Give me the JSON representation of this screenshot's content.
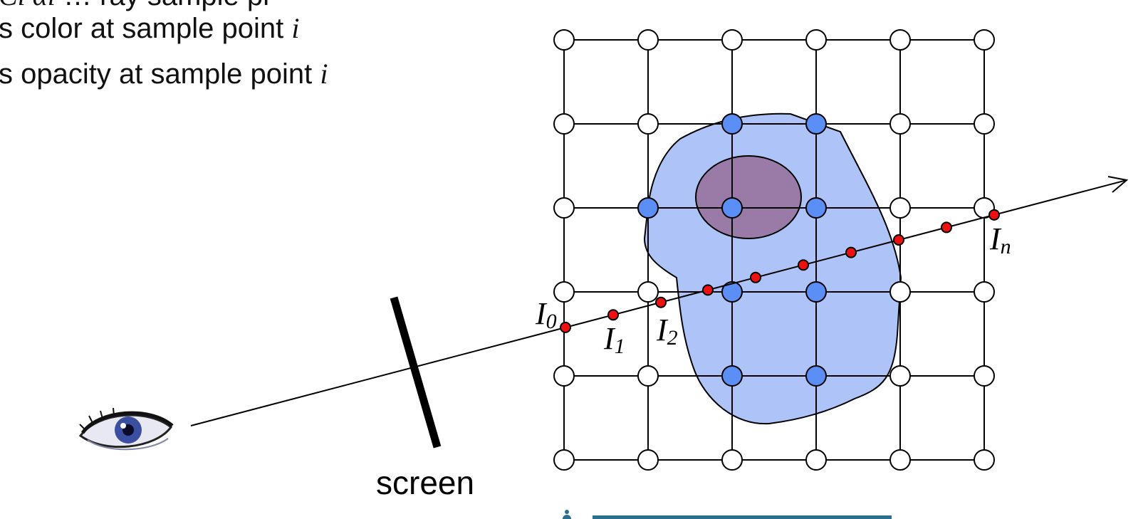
{
  "legend": {
    "top_line_sym": "Ci αi",
    "top_line_text": "… ray sample pr",
    "color_prefix": "s color at sample point",
    "color_var": "i",
    "opacity_prefix": "s opacity at sample point",
    "opacity_var": "i"
  },
  "labels": {
    "screen": "screen",
    "I0_main": "I",
    "I0_sub": "0",
    "I1_main": "I",
    "I1_sub": "1",
    "I2_main": "I",
    "I2_sub": "2",
    "In_main": "I",
    "In_sub": "n"
  },
  "grid": {
    "cols": 6,
    "rows": 6,
    "blue_nodes": [
      [
        2,
        1
      ],
      [
        3,
        1
      ],
      [
        1,
        2
      ],
      [
        2,
        2
      ],
      [
        3,
        2
      ],
      [
        2,
        3
      ],
      [
        3,
        3
      ],
      [
        2,
        4
      ],
      [
        3,
        4
      ]
    ],
    "node_fill_empty": "#ffffff",
    "node_fill_blue": "#5b8ff5"
  },
  "colors": {
    "volume_fill": "#aec4f8",
    "core_fill": "#9a7aa6",
    "sample_fill": "#ee1111",
    "ink": "#000000"
  },
  "icons": {
    "eye": "eye-icon",
    "logo": "university-logo"
  }
}
